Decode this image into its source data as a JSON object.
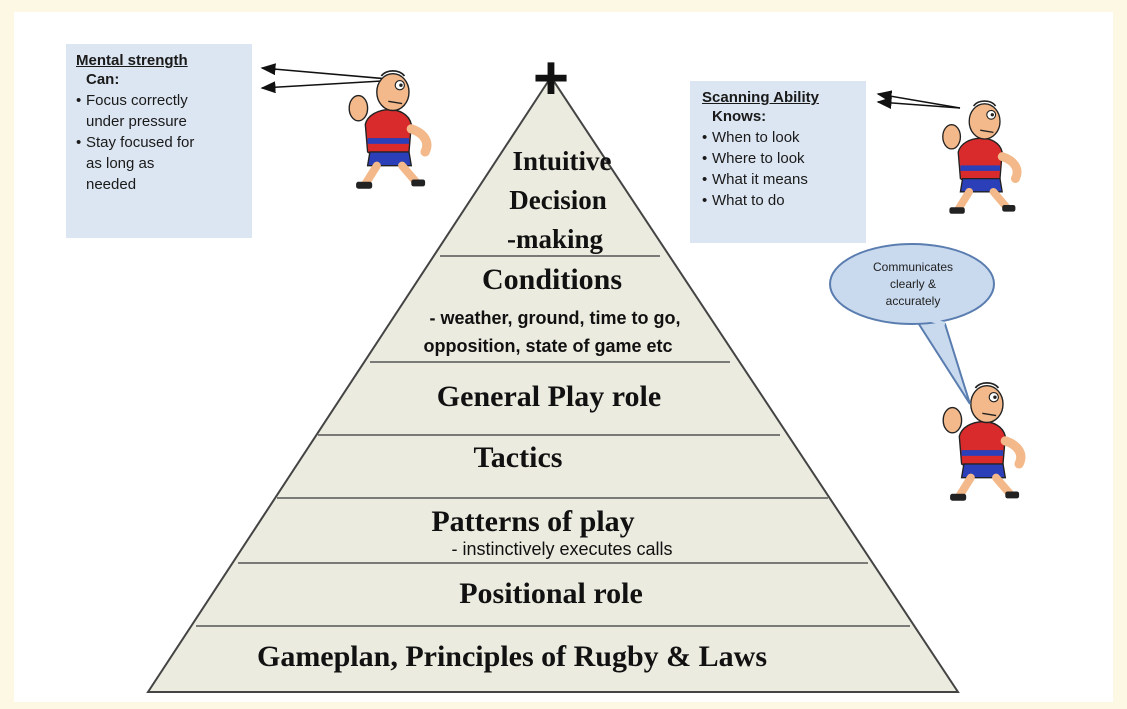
{
  "diagram": {
    "apex_symbol": "+",
    "tiers": [
      {
        "label_lines": [
          "Intuitive",
          "Decision",
          "-making"
        ]
      },
      {
        "label": "Conditions",
        "sublabel_lines": [
          "- weather, ground, time to go,",
          "opposition, state of game etc"
        ]
      },
      {
        "label": "General Play role"
      },
      {
        "label": "Tactics"
      },
      {
        "label": "Patterns of play",
        "sublabel": "- instinctively executes calls"
      },
      {
        "label": "Positional role"
      },
      {
        "label": "Gameplan, Principles of Rugby  & Laws"
      }
    ]
  },
  "mental_strength": {
    "title": "Mental strength",
    "subtitle": "Can:",
    "items": [
      "Focus correctly under pressure",
      "Stay focused for as long as needed"
    ],
    "item_lines": [
      [
        "Focus correctly",
        "under pressure"
      ],
      [
        "Stay focused for",
        "as long as",
        "needed"
      ]
    ]
  },
  "scanning_ability": {
    "title": "Scanning Ability",
    "subtitle": "Knows:",
    "items": [
      "When to look",
      "Where to look",
      "What it means",
      "What to do"
    ]
  },
  "speech_bubble": {
    "lines": [
      "Communicates",
      "clearly &",
      "accurately"
    ]
  },
  "figures": [
    "rugby-player-cartoon",
    "rugby-player-cartoon",
    "rugby-player-cartoon"
  ],
  "colors": {
    "pyramid_fill": "#ecebe0",
    "pyramid_stroke": "#444444",
    "box_fill": "#dce6f2",
    "bubble_fill": "#c9d9ee",
    "bubble_stroke": "#5a7db0",
    "shirt_red": "#d92b2b",
    "shorts_blue": "#2a3fb8"
  }
}
